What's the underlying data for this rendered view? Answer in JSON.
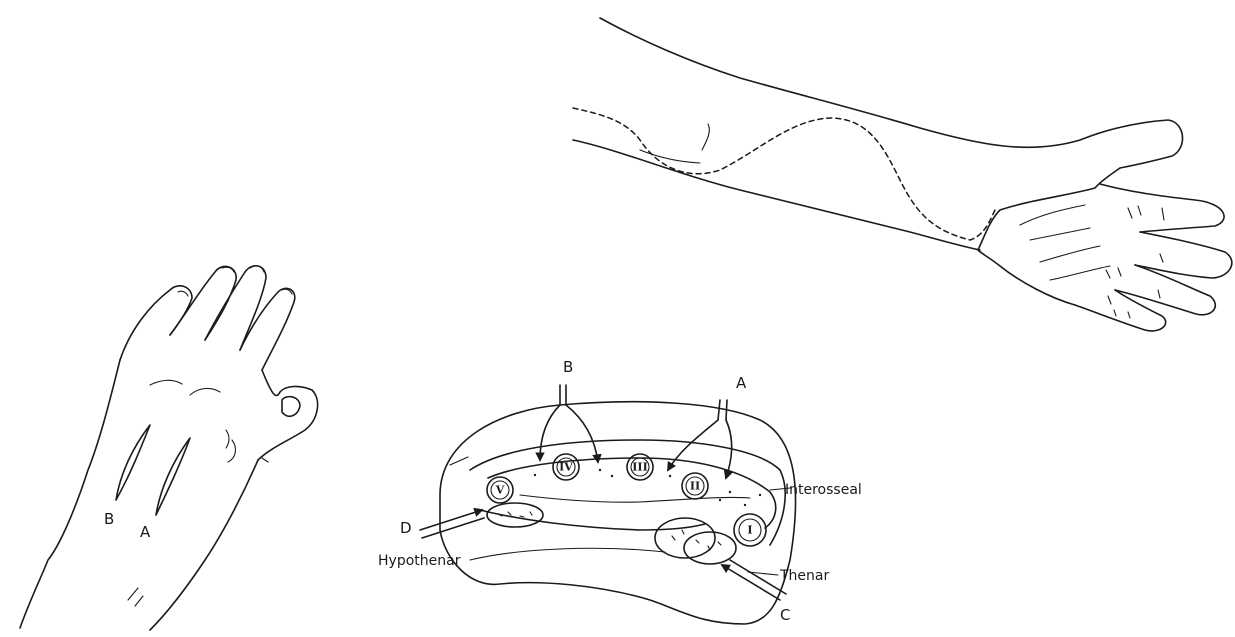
{
  "labels": {
    "hand_B": "B",
    "hand_A": "A",
    "section_B": "B",
    "section_A": "A",
    "section_C": "C",
    "section_D": "D",
    "interosseal": "Interosseal",
    "hypothenar": "Hypothenar",
    "thenar": "Thenar"
  },
  "compartments": [
    {
      "id": "V",
      "label": "V"
    },
    {
      "id": "IV",
      "label": "IV"
    },
    {
      "id": "III",
      "label": "III"
    },
    {
      "id": "II",
      "label": "II"
    },
    {
      "id": "I",
      "label": "I"
    }
  ],
  "colors": {
    "ink": "#1b1b1b",
    "background": "#ffffff"
  }
}
